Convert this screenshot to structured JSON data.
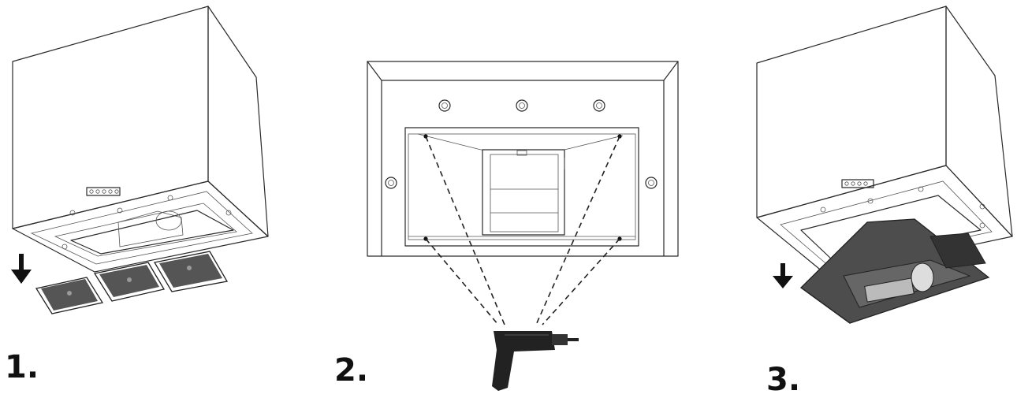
{
  "steps": [
    {
      "number_label": "1."
    },
    {
      "number_label": "2."
    },
    {
      "number_label": "3."
    }
  ],
  "colors": {
    "line": "#2a2a2a",
    "filter_fill": "#555555",
    "motor_fill": "#4d4d4d",
    "drill_fill": "#222222",
    "background": "#ffffff"
  },
  "icons": [
    "down-arrow-icon",
    "drill-icon",
    "screw-icon"
  ]
}
